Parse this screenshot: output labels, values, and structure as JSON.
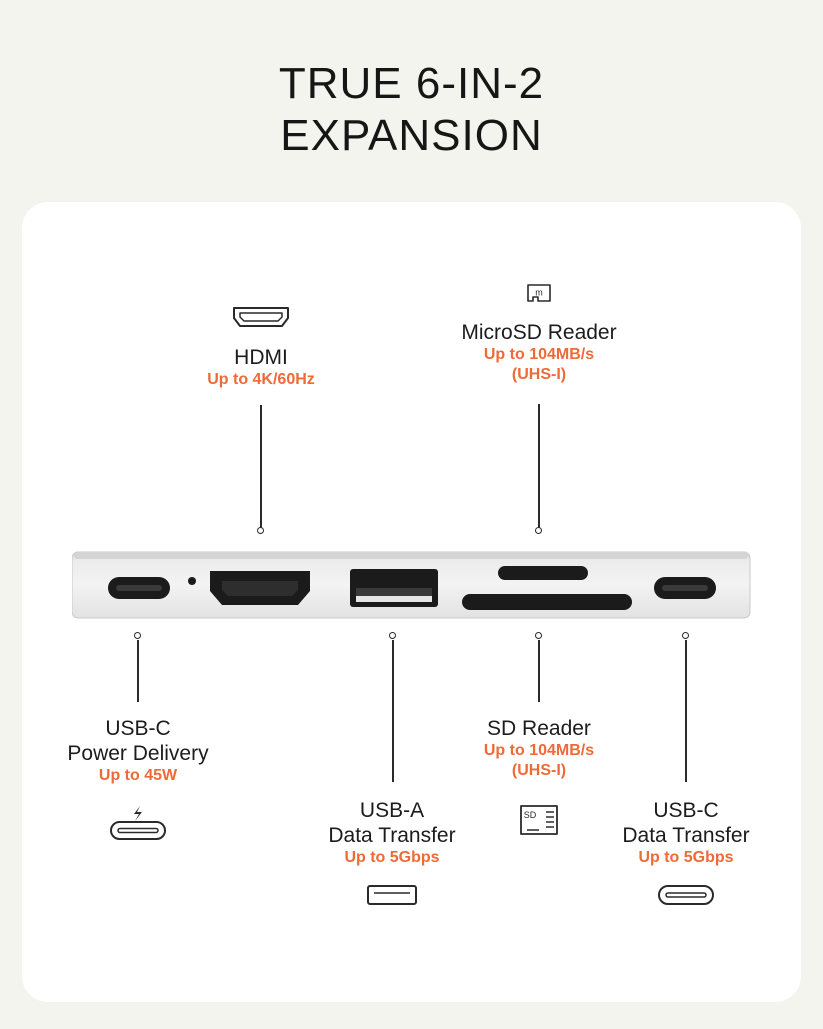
{
  "title": {
    "line1": "TRUE 6-IN-2",
    "line2": "EXPANSION"
  },
  "ports": {
    "hdmi": {
      "name": "HDMI",
      "spec": "Up to 4K/60Hz",
      "icon": "hdmi-icon"
    },
    "microsd": {
      "name": "MicroSD Reader",
      "spec1": "Up to 104MB/s",
      "spec2": "(UHS-I)",
      "icon": "microsd-icon",
      "icon_text": "m"
    },
    "usbc_pd": {
      "name1": "USB-C",
      "name2": "Power Delivery",
      "spec": "Up to 45W",
      "icon": "usb-c-charging-icon"
    },
    "usba": {
      "name1": "USB-A",
      "name2": "Data Transfer",
      "spec": "Up to 5Gbps",
      "icon": "usb-a-icon"
    },
    "sd": {
      "name": "SD Reader",
      "spec1": "Up to 104MB/s",
      "spec2": "(UHS-I)",
      "icon": "sd-card-icon",
      "icon_text": "SD"
    },
    "usbc_data": {
      "name1": "USB-C",
      "name2": "Data Transfer",
      "spec": "Up to 5Gbps",
      "icon": "usb-c-icon"
    }
  },
  "colors": {
    "accent": "#ee6a37",
    "background": "#f4f4ef",
    "card": "#ffffff",
    "text": "#1c1c1c"
  }
}
